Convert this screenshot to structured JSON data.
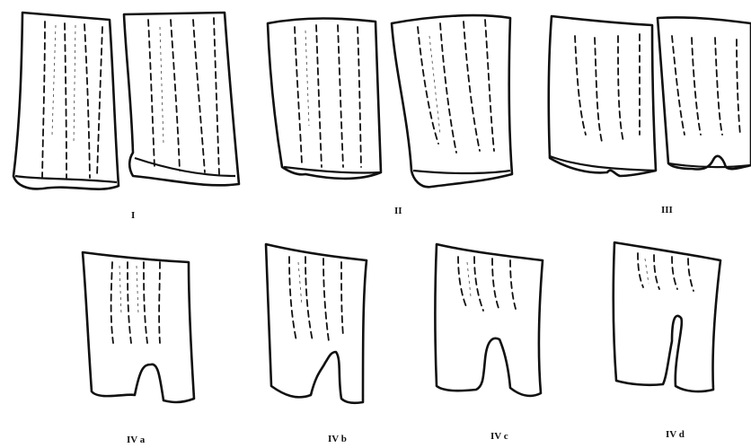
{
  "labels": {
    "stage_I": "I",
    "stage_II": "II",
    "stage_III": "III",
    "stage_IVa": "IV a",
    "stage_IVb": "IV b",
    "stage_IVc": "IV c",
    "stage_IVd": "IV d"
  }
}
